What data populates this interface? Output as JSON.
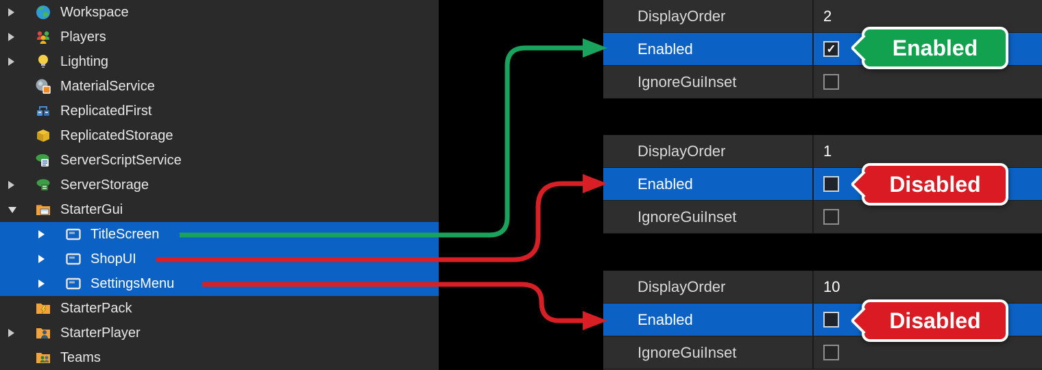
{
  "colors": {
    "selection_blue": "#0b62c4",
    "explorer_bg": "#2a2a2a",
    "panel_bg": "#2e2e2e",
    "arrow_green": "#1aa35c",
    "arrow_red": "#d81f26",
    "badge_green": "#12a24f",
    "badge_red": "#da1b23",
    "checkbox_checked_blue": "#4fb0ea"
  },
  "explorer": {
    "items": [
      {
        "label": "Workspace",
        "icon": "workspace",
        "chevron": "collapsed",
        "depth": 0,
        "selected": false
      },
      {
        "label": "Players",
        "icon": "players",
        "chevron": "collapsed",
        "depth": 0,
        "selected": false
      },
      {
        "label": "Lighting",
        "icon": "lighting",
        "chevron": "collapsed",
        "depth": 0,
        "selected": false
      },
      {
        "label": "MaterialService",
        "icon": "material-service",
        "chevron": "none",
        "depth": 0,
        "selected": false
      },
      {
        "label": "ReplicatedFirst",
        "icon": "replicated-first",
        "chevron": "none",
        "depth": 0,
        "selected": false
      },
      {
        "label": "ReplicatedStorage",
        "icon": "replicated-storage",
        "chevron": "none",
        "depth": 0,
        "selected": false
      },
      {
        "label": "ServerScriptService",
        "icon": "server-script-service",
        "chevron": "none",
        "depth": 0,
        "selected": false
      },
      {
        "label": "ServerStorage",
        "icon": "server-storage",
        "chevron": "collapsed",
        "depth": 0,
        "selected": false
      },
      {
        "label": "StarterGui",
        "icon": "starter-gui",
        "chevron": "expanded",
        "depth": 0,
        "selected": false
      },
      {
        "label": "TitleScreen",
        "icon": "screen-gui",
        "chevron": "collapsed",
        "depth": 1,
        "selected": true
      },
      {
        "label": "ShopUI",
        "icon": "screen-gui",
        "chevron": "collapsed",
        "depth": 1,
        "selected": true
      },
      {
        "label": "SettingsMenu",
        "icon": "screen-gui",
        "chevron": "collapsed",
        "depth": 1,
        "selected": true
      },
      {
        "label": "StarterPack",
        "icon": "starter-pack",
        "chevron": "none",
        "depth": 0,
        "selected": false
      },
      {
        "label": "StarterPlayer",
        "icon": "starter-player",
        "chevron": "collapsed",
        "depth": 0,
        "selected": false
      },
      {
        "label": "Teams",
        "icon": "teams",
        "chevron": "none",
        "depth": 0,
        "selected": false
      }
    ]
  },
  "panels": [
    {
      "linked_item": "TitleScreen",
      "rows": [
        {
          "name": "DisplayOrder",
          "value": "2",
          "type": "text"
        },
        {
          "name": "Enabled",
          "type": "checkbox",
          "checked": true,
          "selected": true
        },
        {
          "name": "IgnoreGuiInset",
          "type": "checkbox",
          "checked": false
        }
      ],
      "badge": {
        "label": "Enabled",
        "style": "green"
      }
    },
    {
      "linked_item": "ShopUI",
      "rows": [
        {
          "name": "DisplayOrder",
          "value": "1",
          "type": "text"
        },
        {
          "name": "Enabled",
          "type": "checkbox",
          "checked": false,
          "selected": true
        },
        {
          "name": "IgnoreGuiInset",
          "type": "checkbox",
          "checked": false
        }
      ],
      "badge": {
        "label": "Disabled",
        "style": "red"
      }
    },
    {
      "linked_item": "SettingsMenu",
      "rows": [
        {
          "name": "DisplayOrder",
          "value": "10",
          "type": "text"
        },
        {
          "name": "Enabled",
          "type": "checkbox",
          "checked": false,
          "selected": true
        },
        {
          "name": "IgnoreGuiInset",
          "type": "checkbox",
          "checked": false
        }
      ],
      "badge": {
        "label": "Disabled",
        "style": "red"
      }
    }
  ]
}
